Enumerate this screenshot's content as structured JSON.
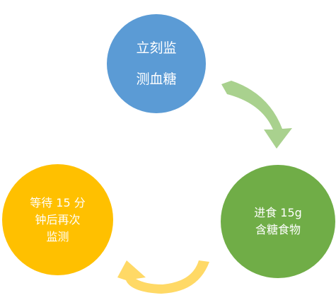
{
  "diagram": {
    "colors": {
      "node_top": "#5b9bd5",
      "node_right": "#70ad47",
      "node_left": "#ffc000",
      "arrow_right": "#a9d18e",
      "arrow_bottom": "#ffd966"
    },
    "nodes": [
      {
        "id": "top",
        "lines": [
          "立刻监",
          "测血糖"
        ]
      },
      {
        "id": "right",
        "lines": [
          "进食 15g",
          "含糖食物"
        ]
      },
      {
        "id": "left",
        "lines": [
          "等待 15 分",
          "钟后再次",
          "监测"
        ]
      }
    ]
  }
}
